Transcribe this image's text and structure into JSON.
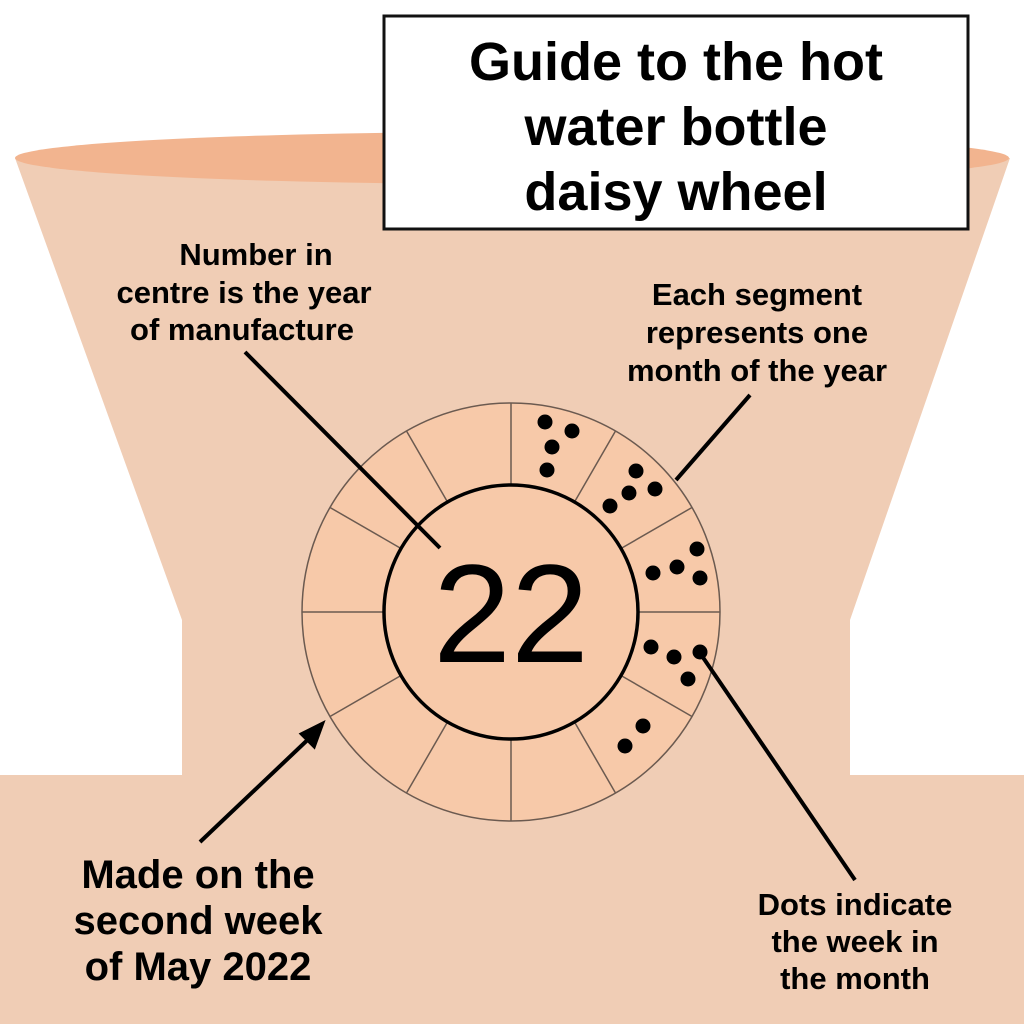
{
  "title": {
    "lines": [
      "Guide to the hot",
      "water bottle",
      "daisy wheel"
    ]
  },
  "wheel": {
    "year": "22",
    "segments": 12,
    "dots_per_segment": [
      4,
      4,
      4,
      4,
      2,
      0,
      0,
      0,
      0,
      0,
      0,
      0
    ]
  },
  "annotations": {
    "year": [
      "Number in",
      "centre is the year",
      "of manufacture"
    ],
    "segment": [
      "Each segment",
      "represents one",
      "month of the year"
    ],
    "made": [
      "Made on the",
      "second week",
      "of May 2022"
    ],
    "dots": [
      "Dots indicate",
      "the week in",
      "the month"
    ]
  },
  "colors": {
    "bottle": "#f0cdb5",
    "bottle_top": "#f2b48f",
    "wheel": "#f7c9a9",
    "ink": "#000000"
  }
}
